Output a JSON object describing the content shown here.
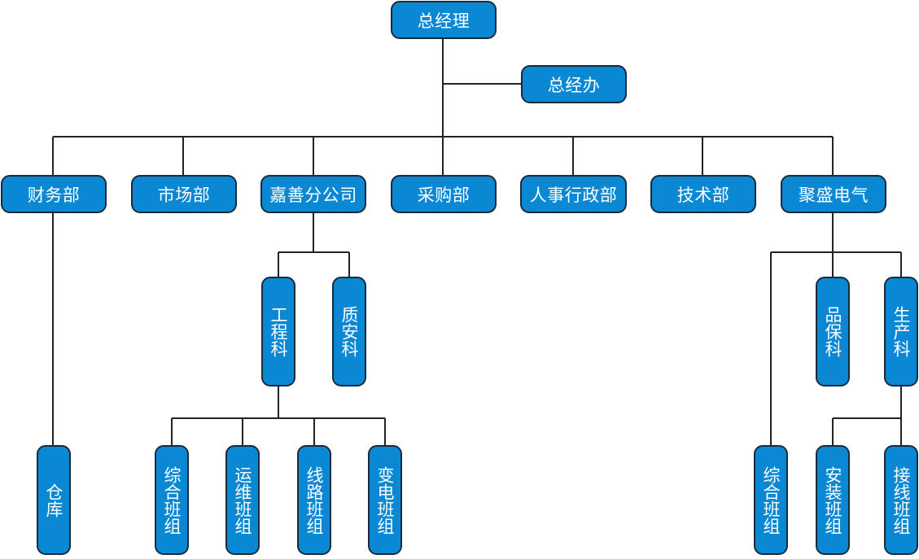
{
  "colors": {
    "node_fill": "#0b88d3",
    "node_border": "#1b2a3a",
    "line": "#222222",
    "text": "#ffffff"
  },
  "org": {
    "ceo": "总经理",
    "office": "总经办",
    "departments": [
      "财务部",
      "市场部",
      "嘉善分公司",
      "采购部",
      "人事行政部",
      "技术部",
      "聚盛电气"
    ],
    "finance_children": [
      "仓库"
    ],
    "jiashan_children": [
      "工程科",
      "质安科"
    ],
    "engineering_teams": [
      "综合班组",
      "运维班组",
      "线路班组",
      "变电班组"
    ],
    "jusheng_children": [
      "品保科",
      "生产科"
    ],
    "jusheng_direct_team": "综合班组",
    "production_teams": [
      "安装班组",
      "接线班组"
    ]
  }
}
